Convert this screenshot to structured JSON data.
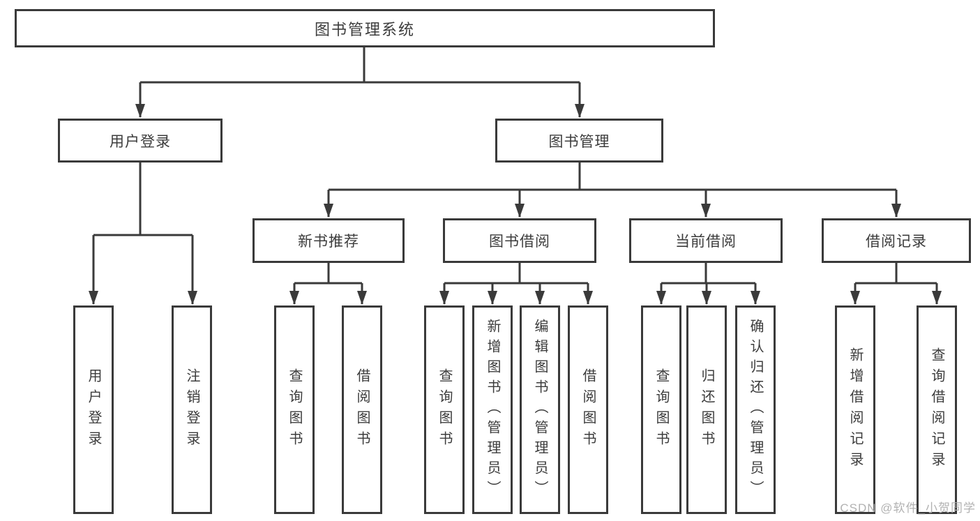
{
  "diagram": {
    "type": "hierarchy-tree",
    "nodes": {
      "root": "图书管理系统",
      "user_login": "用户登录",
      "book_mgmt": "图书管理",
      "new_book_rec": "新书推荐",
      "book_borrow": "图书借阅",
      "current_borrow": "当前借阅",
      "borrow_records": "借阅记录",
      "ul_login": "用户登录",
      "ul_logout": "注销登录",
      "nbr_query_books": "查询图书",
      "nbr_borrow_books": "借阅图书",
      "bb_query_books": "查询图书",
      "bb_add_book_admin": "新增图书（管理员）",
      "bb_edit_book_admin": "编辑图书（管理员）",
      "bb_borrow_books": "借阅图书",
      "cb_query_books": "查询图书",
      "cb_return_books": "归还图书",
      "cb_confirm_return_admin": "确认归还（管理员）",
      "br_add_record": "新增借阅记录",
      "br_query_record": "查询借阅记录"
    },
    "edges": [
      [
        "root",
        "user_login"
      ],
      [
        "root",
        "book_mgmt"
      ],
      [
        "user_login",
        "ul_login"
      ],
      [
        "user_login",
        "ul_logout"
      ],
      [
        "book_mgmt",
        "new_book_rec"
      ],
      [
        "book_mgmt",
        "book_borrow"
      ],
      [
        "book_mgmt",
        "current_borrow"
      ],
      [
        "book_mgmt",
        "borrow_records"
      ],
      [
        "new_book_rec",
        "nbr_query_books"
      ],
      [
        "new_book_rec",
        "nbr_borrow_books"
      ],
      [
        "book_borrow",
        "bb_query_books"
      ],
      [
        "book_borrow",
        "bb_add_book_admin"
      ],
      [
        "book_borrow",
        "bb_edit_book_admin"
      ],
      [
        "book_borrow",
        "bb_borrow_books"
      ],
      [
        "current_borrow",
        "cb_query_books"
      ],
      [
        "current_borrow",
        "cb_return_books"
      ],
      [
        "current_borrow",
        "cb_confirm_return_admin"
      ],
      [
        "borrow_records",
        "br_add_record"
      ],
      [
        "borrow_records",
        "br_query_record"
      ]
    ],
    "colors": {
      "line": "#3a3a3a",
      "box_border": "#3a3a3a",
      "text": "#3c3c3c",
      "background": "#ffffff",
      "watermark_text": "#b2b2b2"
    },
    "watermark": "CSDN @软件_小贺同学"
  }
}
